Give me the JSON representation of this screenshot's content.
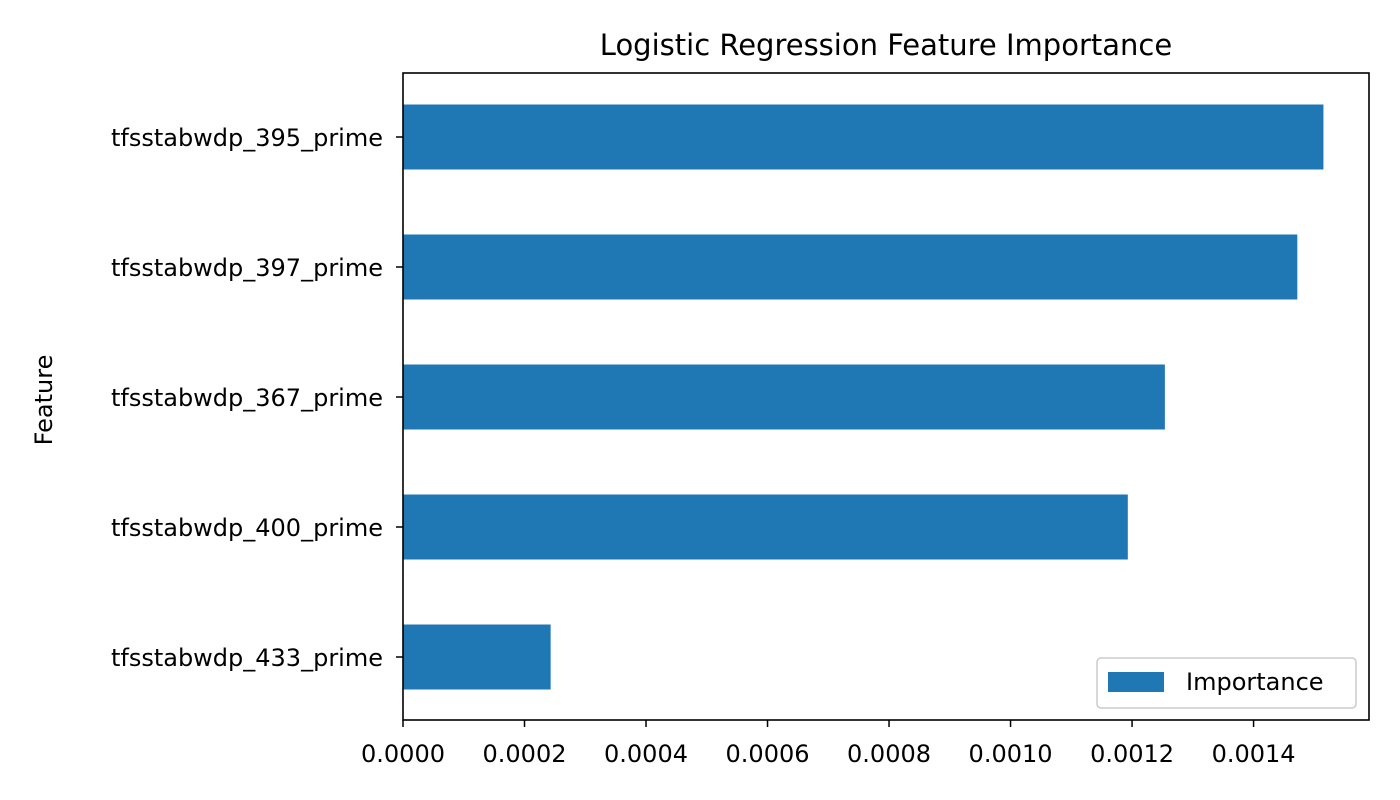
{
  "chart_data": {
    "type": "bar",
    "orientation": "horizontal",
    "title": "Logistic Regression Feature Importance",
    "ylabel": "Feature",
    "xlabel": "",
    "categories": [
      "tfsstabwdp_395_prime",
      "tfsstabwdp_397_prime",
      "tfsstabwdp_367_prime",
      "tfsstabwdp_400_prime",
      "tfsstabwdp_433_prime"
    ],
    "series": [
      {
        "name": "Importance",
        "values": [
          0.001515,
          0.001472,
          0.001254,
          0.001193,
          0.000243
        ],
        "color": "#1f77b4"
      }
    ],
    "xlim": [
      0,
      0.00159
    ],
    "xticks": [
      "0.0000",
      "0.0002",
      "0.0004",
      "0.0006",
      "0.0008",
      "0.0010",
      "0.0012",
      "0.0014"
    ],
    "legend_position": "lower-right",
    "grid": false
  }
}
